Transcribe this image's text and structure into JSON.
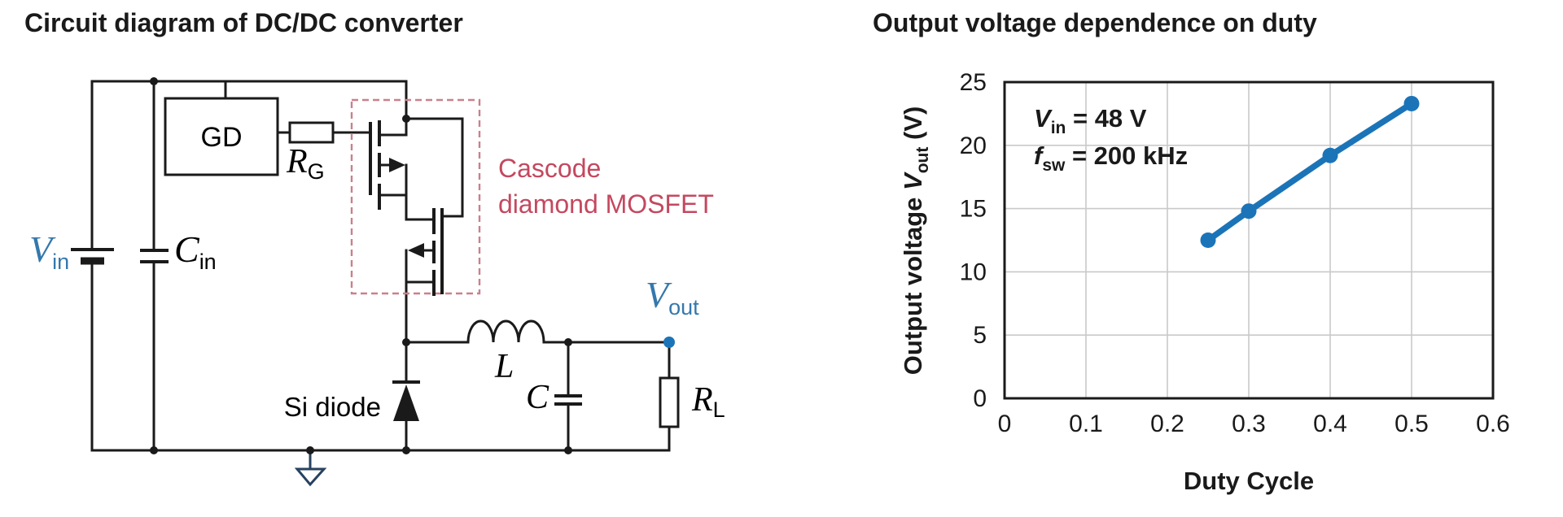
{
  "page": {
    "background": "#ffffff",
    "text_color": "#1a1a1a"
  },
  "left_panel": {
    "title": "Circuit diagram of DC/DC converter",
    "circuit": {
      "gd_label": "GD",
      "rg": {
        "symbol": "R",
        "sub": "G"
      },
      "vin": {
        "symbol": "V",
        "sub": "in"
      },
      "cin": {
        "symbol": "C",
        "sub": "in"
      },
      "vout": {
        "symbol": "V",
        "sub": "out"
      },
      "rl": {
        "symbol": "R",
        "sub": "L"
      },
      "inductor_label": "L",
      "capacitor_label": "C",
      "si_diode_label": "Si diode",
      "cascode_label_line1": "Cascode",
      "cascode_label_line2": "diamond MOSFET",
      "colors": {
        "wire": "#1a1a1a",
        "blue_label": "#3478ad",
        "output_node_blue": "#1b74b8",
        "cascode_text": "#c4485f",
        "cascode_box": "#c9808c",
        "ground_symbol": "#27425f"
      }
    }
  },
  "right_panel": {
    "title": "Output voltage dependence on duty",
    "xlabel": "Duty Cycle",
    "ylabel": {
      "prefix": "Output voltage ",
      "symbol": "V",
      "sub": "out",
      "suffix": " (V)"
    },
    "annotation": {
      "line1": {
        "symbol": "V",
        "sub": "in",
        "rest": " = 48 V"
      },
      "line2": {
        "symbol": "f",
        "sub": "sw",
        "rest": " = 200 kHz"
      }
    }
  },
  "chart_data": {
    "type": "line",
    "title": "Output voltage dependence on duty",
    "xlabel": "Duty Cycle",
    "ylabel": "Output voltage Vout (V)",
    "x": [
      0.25,
      0.3,
      0.4,
      0.5
    ],
    "y": [
      12.5,
      14.8,
      19.2,
      23.3
    ],
    "xlim": [
      0,
      0.6
    ],
    "ylim": [
      0,
      25
    ],
    "xticks": [
      0,
      0.1,
      0.2,
      0.3,
      0.4,
      0.5,
      0.6
    ],
    "yticks": [
      0,
      5,
      10,
      15,
      20,
      25
    ],
    "grid": true,
    "legend": false,
    "line_color": "#1b74b8",
    "marker": "circle",
    "annotations": [
      "Vin = 48 V",
      "fsw = 200 kHz"
    ]
  }
}
